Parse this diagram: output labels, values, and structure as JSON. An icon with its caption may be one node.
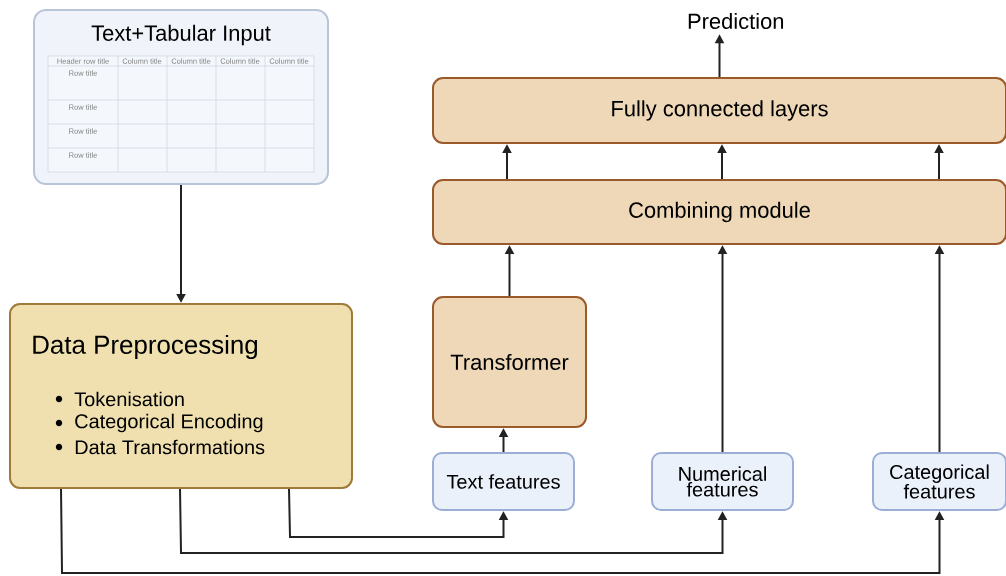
{
  "diagram": {
    "nodes": [
      {
        "text": [
          "Text+Tabular Input"
        ]
      },
      {
        "text": [
          "Data Preprocessing",
          "Tokenisation",
          "Categorical Encoding",
          "Data Transformations"
        ]
      },
      {
        "text": [
          "Transformer"
        ]
      },
      {
        "text": [
          "Text features"
        ]
      },
      {
        "text": [
          "Numerical features"
        ]
      },
      {
        "text": [
          "Categorical features"
        ]
      },
      {
        "text": [
          "Combining module"
        ]
      },
      {
        "text": [
          "Fully connected layers"
        ]
      },
      {
        "text": [
          "Prediction"
        ]
      }
    ],
    "edges": [
      {
        "from": 0,
        "to": 1,
        "arrow": "to"
      },
      {
        "from": 1,
        "to": 3,
        "arrow": "to"
      },
      {
        "from": 1,
        "to": 4,
        "arrow": "to"
      },
      {
        "from": 1,
        "to": 5,
        "arrow": "to"
      },
      {
        "from": 3,
        "to": 2,
        "arrow": "to"
      },
      {
        "from": 2,
        "to": 6,
        "arrow": "to"
      },
      {
        "from": 4,
        "to": 6,
        "arrow": "to"
      },
      {
        "from": 5,
        "to": 6,
        "arrow": "to"
      },
      {
        "from": 6,
        "to": 7,
        "arrow": "to"
      },
      {
        "from": 6,
        "to": 7,
        "arrow": "to"
      },
      {
        "from": 6,
        "to": 7,
        "arrow": "to"
      },
      {
        "from": 7,
        "to": 8,
        "arrow": "to"
      }
    ],
    "labels": [
      "Header row title",
      "Column title",
      "Column title",
      "Column title",
      "Column title",
      "Row title",
      "Row title",
      "Row title",
      "Row title"
    ]
  }
}
